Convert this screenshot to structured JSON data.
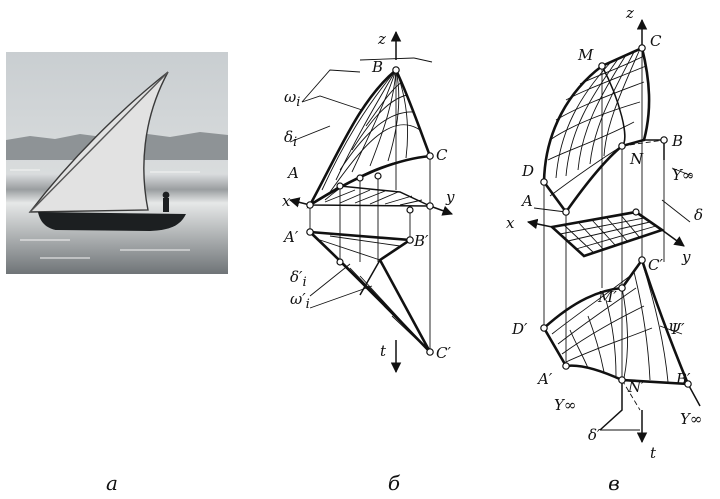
{
  "captions": {
    "a": "а",
    "b": "б",
    "c": "в"
  },
  "panel_b": {
    "z": "z",
    "x": "x",
    "y": "y",
    "t": "t",
    "A": "A",
    "B": "B",
    "C": "C",
    "A1": "A′",
    "B1": "B′",
    "C1": "C′",
    "omega": "ω",
    "omega_sub": "i",
    "delta": "δ",
    "delta_sub": "i",
    "delta1": "δ′",
    "delta1_sub": "i",
    "omega1": "ω′",
    "omega1_sub": "i"
  },
  "panel_c": {
    "z": "z",
    "x": "x",
    "y": "y",
    "t": "t",
    "M": "M",
    "C": "C",
    "B": "B",
    "D": "D",
    "N": "N",
    "A": "A",
    "Yinf": "Y∞",
    "delta": "δ",
    "M1": "M′",
    "C1": "C′",
    "D1": "D′",
    "A1": "A′",
    "N1": "N′",
    "B1": "B′",
    "psi1": "Ψ′",
    "Yinf_low": "Y∞",
    "Yinf_right": "Y∞",
    "delta1": "δ′"
  },
  "colors": {
    "ink": "#111111",
    "paper": "#ffffff",
    "sky": "#cfd3d6",
    "sail": "#e6e6e6"
  }
}
